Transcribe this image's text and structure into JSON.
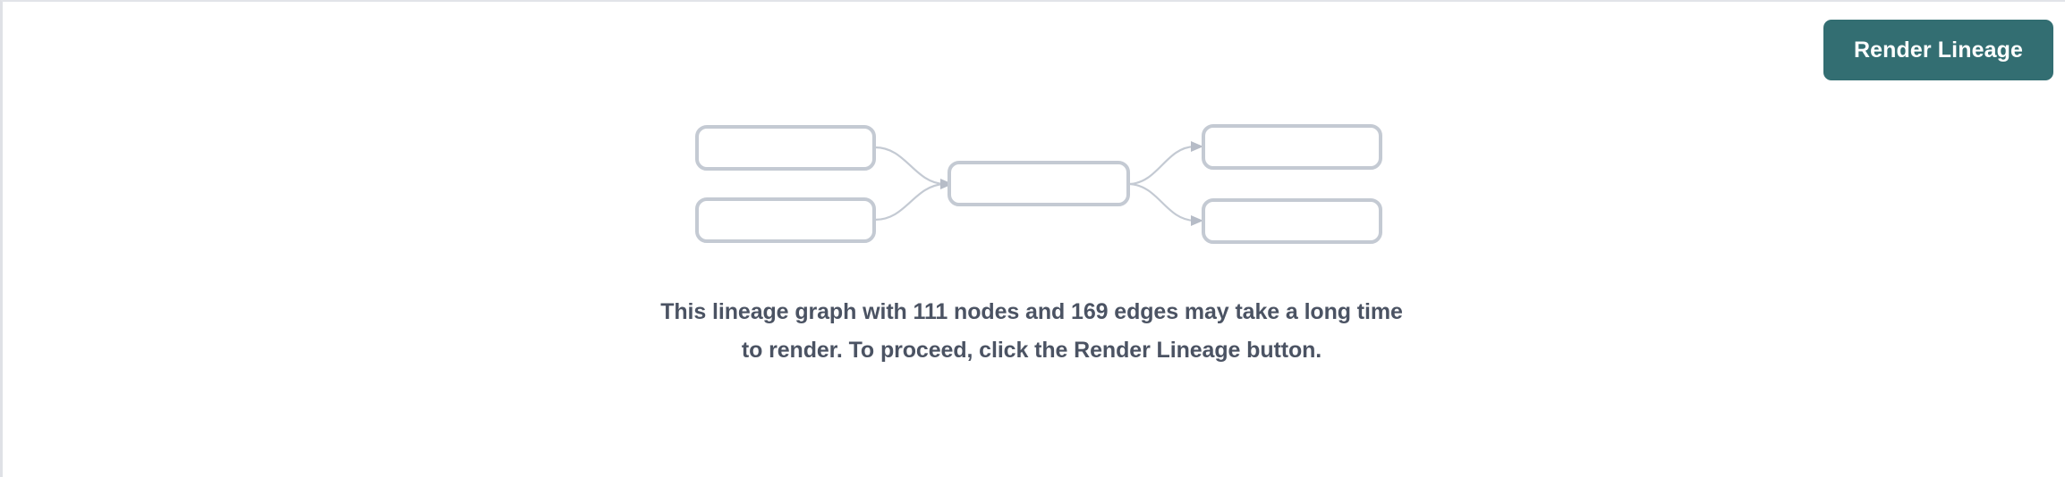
{
  "toolbar": {
    "render_lineage_label": "Render Lineage"
  },
  "notice": {
    "message": "This lineage graph with 111 nodes and 169 edges may take a long time to render. To proceed, click the Render Lineage button.",
    "node_count": 111,
    "edge_count": 169
  },
  "graph_placeholder": {
    "nodes": [
      {
        "id": "source-node-1",
        "label": "",
        "column": "left",
        "row": 0
      },
      {
        "id": "source-node-2",
        "label": "",
        "column": "left",
        "row": 1
      },
      {
        "id": "center-node",
        "label": "",
        "column": "center",
        "row": 0
      },
      {
        "id": "target-node-1",
        "label": "",
        "column": "right",
        "row": 0
      },
      {
        "id": "target-node-2",
        "label": "",
        "column": "right",
        "row": 1
      }
    ],
    "edges": [
      {
        "from": "source-node-1",
        "to": "center-node"
      },
      {
        "from": "source-node-2",
        "to": "center-node"
      },
      {
        "from": "center-node",
        "to": "target-node-1"
      },
      {
        "from": "center-node",
        "to": "target-node-2"
      }
    ]
  },
  "colors": {
    "accent": "#336e72",
    "node_border": "#c4cad3",
    "text": "#4b5363",
    "page_border": "#dfe1e6",
    "background": "#ffffff"
  }
}
